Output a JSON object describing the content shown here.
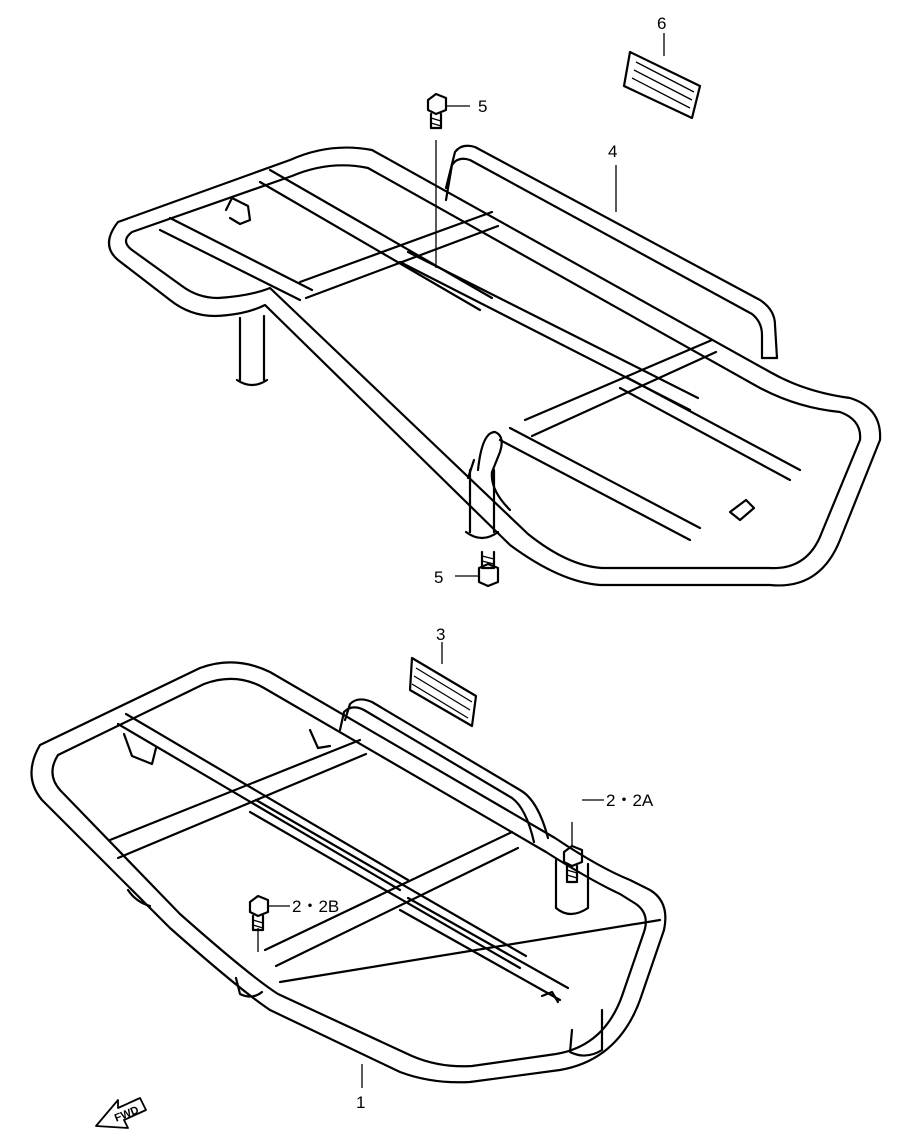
{
  "callouts": {
    "part_1": "1",
    "part_2a": "2・2A",
    "part_2b": "2・2B",
    "part_3": "3",
    "part_4": "4",
    "part_5_top": "5",
    "part_5_bottom": "5",
    "part_6": "6"
  },
  "direction_arrow": {
    "label": "FWD",
    "icon": "forward-arrow-icon"
  },
  "colors": {
    "line": "#000000",
    "background": "#ffffff"
  }
}
